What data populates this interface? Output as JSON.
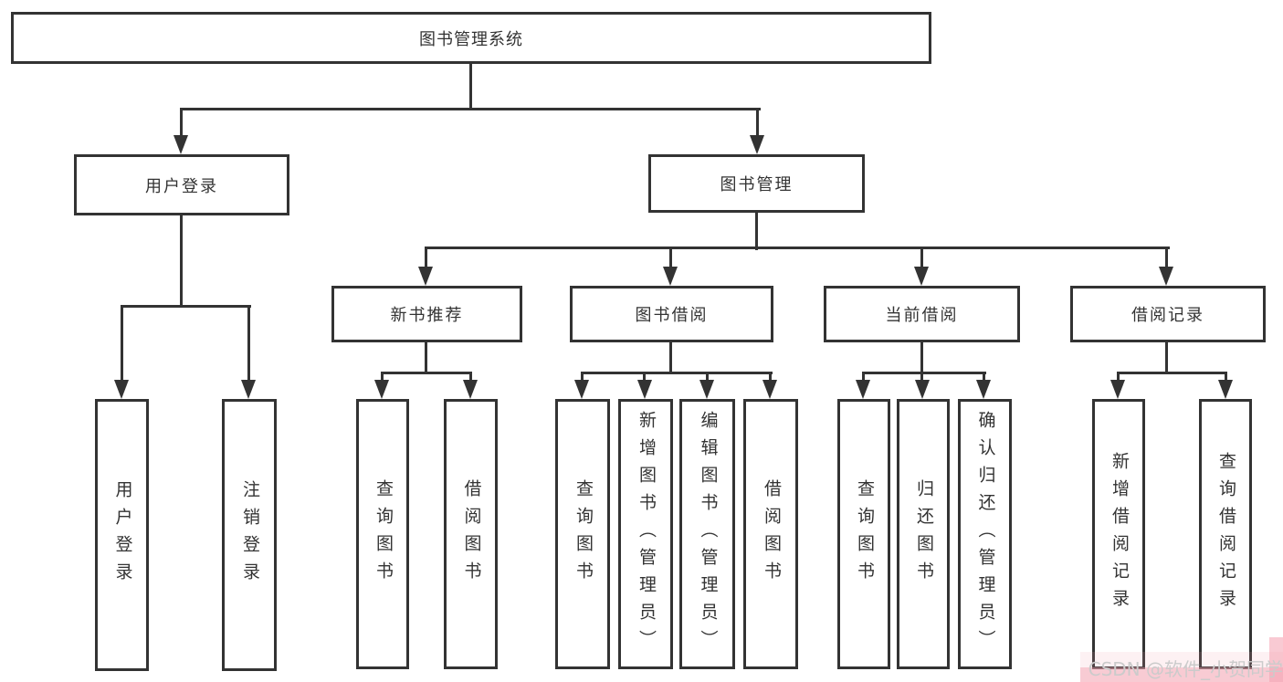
{
  "diagram": {
    "type": "hierarchy-tree",
    "title": "图书管理系统",
    "line_color": "#333333",
    "box_background": "#ffffff",
    "nodes": [
      {
        "id": 0,
        "label": "图书管理系统",
        "parent": null
      },
      {
        "id": 1,
        "label": "用户登录",
        "parent": 0
      },
      {
        "id": 2,
        "label": "图书管理",
        "parent": 0
      },
      {
        "id": 3,
        "label": "新书推荐",
        "parent": 2
      },
      {
        "id": 4,
        "label": "图书借阅",
        "parent": 2
      },
      {
        "id": 5,
        "label": "当前借阅",
        "parent": 2
      },
      {
        "id": 6,
        "label": "借阅记录",
        "parent": 2
      },
      {
        "id": 7,
        "label": "用户登录",
        "parent": 1
      },
      {
        "id": 8,
        "label": "注销登录",
        "parent": 1
      },
      {
        "id": 9,
        "label": "查询图书",
        "parent": 3
      },
      {
        "id": 10,
        "label": "借阅图书",
        "parent": 3
      },
      {
        "id": 11,
        "label": "查询图书",
        "parent": 4
      },
      {
        "id": 12,
        "label": "新增图书（管理员）",
        "parent": 4
      },
      {
        "id": 13,
        "label": "编辑图书（管理员）",
        "parent": 4
      },
      {
        "id": 14,
        "label": "借阅图书",
        "parent": 4
      },
      {
        "id": 15,
        "label": "查询图书",
        "parent": 5
      },
      {
        "id": 16,
        "label": "归还图书",
        "parent": 5
      },
      {
        "id": 17,
        "label": "确认归还（管理员）",
        "parent": 5
      },
      {
        "id": 18,
        "label": "新增借阅记录",
        "parent": 6
      },
      {
        "id": 19,
        "label": "查询借阅记录",
        "parent": 6
      }
    ]
  },
  "watermark": {
    "text": "CSDN @软件_小贺同学",
    "text_color": "#cbcbcb",
    "accent_pink": "#f49eae"
  }
}
